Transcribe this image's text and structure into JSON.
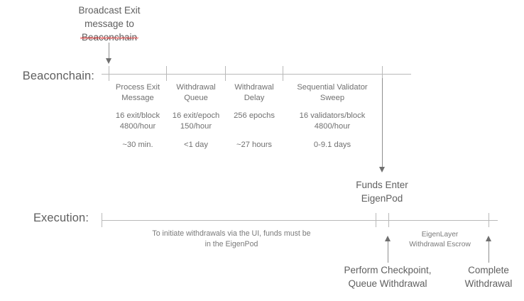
{
  "diagram": {
    "title_top": "Broadcast Exit\nmessage to\nBeaconchain",
    "lanes": {
      "beaconchain_label": "Beaconchain:",
      "execution_label": "Execution:"
    },
    "beaconchain_segments": [
      {
        "title": "Process Exit\nMessage",
        "rate": "16 exit/block\n4800/hour",
        "duration": "~30 min."
      },
      {
        "title": "Withdrawal\nQueue",
        "rate": "16 exit/epoch\n150/hour",
        "duration": "<1 day"
      },
      {
        "title": "Withdrawal\nDelay",
        "rate": "256 epochs",
        "duration": "~27 hours"
      },
      {
        "title": "Sequential Validator\nSweep",
        "rate": "16 validators/block\n4800/hour",
        "duration": "0-9.1 days"
      }
    ],
    "funds_enter_node": "Funds Enter\nEigenPod",
    "execution_note": "To initiate withdrawals via the UI, funds must be\nin the EigenPod",
    "escrow_note": "EigenLayer\nWithdrawal Escrow",
    "bottom_labels": [
      "Perform Checkpoint,\nQueue Withdrawal",
      "Complete\nWithdrawal"
    ],
    "colors": {
      "line": "#b9b9b9",
      "arrow": "#6f6f6f",
      "text": "#6e6e6e",
      "spellcheck_underline": "#e03b3b"
    }
  }
}
